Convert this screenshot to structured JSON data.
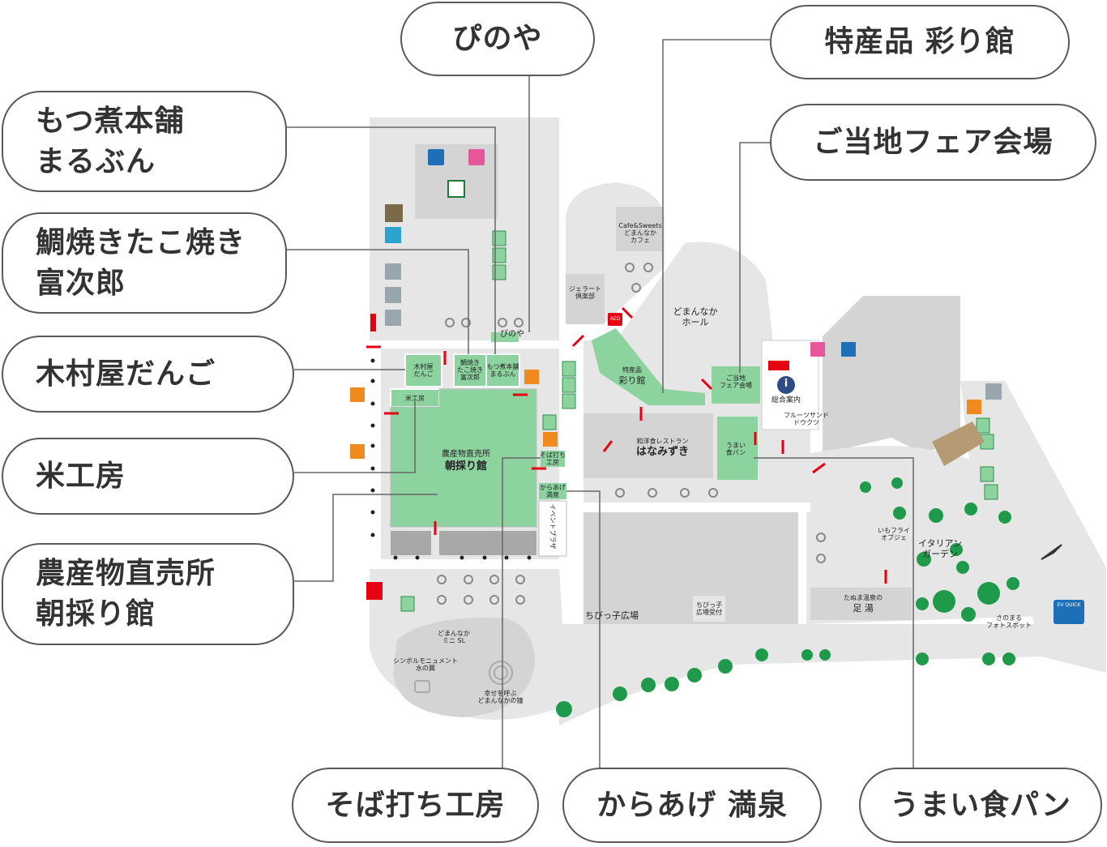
{
  "callouts": {
    "pinoya": "ぴのや",
    "irodori": "特産品 彩り館",
    "gotochi": "ご当地フェア会場",
    "motsuni": "もつ煮本舗\nまるぶん",
    "taiyaki": "鯛焼きたこ焼き\n富次郎",
    "kimuraya": "木村屋だんご",
    "komekobo": "米工房",
    "asadori": "農産物直売所\n朝採り館",
    "soba": "そば打ち工房",
    "karaage": "からあげ 満泉",
    "pan": "うまい食パン"
  },
  "map_labels": {
    "pinoya_small": "ぴのや",
    "kimuraya_small": "木村屋\nだんご",
    "taiyaki_small": "鯛焼き\nたこ焼き\n富次郎",
    "motsuni_small": "もつ煮本舗\nまるぶん",
    "komekobo_small": "米工房",
    "asadori_small_1": "農産物直売所",
    "asadori_small_2": "朝採り館",
    "soba_small": "そば打ち\n工房",
    "karaage_small": "からあげ\n満泉",
    "event_plaza": "イベントプラザ",
    "cafe": "Cafe&Sweets\nどまんなか\nカフェ",
    "gelato": "ジェラート\n倶楽部",
    "hall": "どまんなか\nホール",
    "irodori_small_1": "特産品",
    "irodori_small_2": "彩り館",
    "gotochi_small": "ご当地\nフェア会場",
    "info": "総合案内",
    "fruit": "フルーツサンド\nドウクツ",
    "restaurant_1": "和洋食レストラン",
    "restaurant_2": "はなみずき",
    "pan_small": "うまい\n食パン",
    "chibikko": "ちびっ子広場",
    "chibikko_desk": "ちびっ子\n広場受付",
    "imofry": "いもフライ\nオブジェ",
    "italian": "イタリアン\nガーデン",
    "ashiyu_1": "たぬま温泉の",
    "ashiyu_2": "足 湯",
    "photospot": "さのまる\nフォトスポット",
    "sl": "どまんなか\nミニ SL",
    "monument": "シンボルモニュメント\n水の翼",
    "bell": "幸せを呼ぶ\nどまんなかの鐘",
    "ev": "EV QUICK",
    "aed": "AED",
    "info_icon": "i"
  },
  "icons": [
    "restroom-men-icon",
    "restroom-women-icon",
    "accessible-restroom-icon",
    "smoking-icon",
    "phone-icon",
    "accessible-parking-icon",
    "shopping-cart-icon",
    "vending-machine-icon",
    "picnic-table-icon",
    "aed-icon",
    "info-icon",
    "post-box-icon",
    "tree-icon",
    "compass-icon",
    "ev-charger-icon",
    "entrance-arrow-icon"
  ],
  "colors": {
    "shop_green": "#8dd3a0",
    "building_gray": "#d4d4d4",
    "ground_gray": "#e6e6e6",
    "path_white": "#ffffff",
    "entrance_red": "#e60012",
    "tree_green": "#1e9a4a",
    "cart_orange": "#f08a1e",
    "toilet_blue": "#1d6fb8",
    "toilet_pink": "#e6579a",
    "callout_border": "#595959"
  }
}
